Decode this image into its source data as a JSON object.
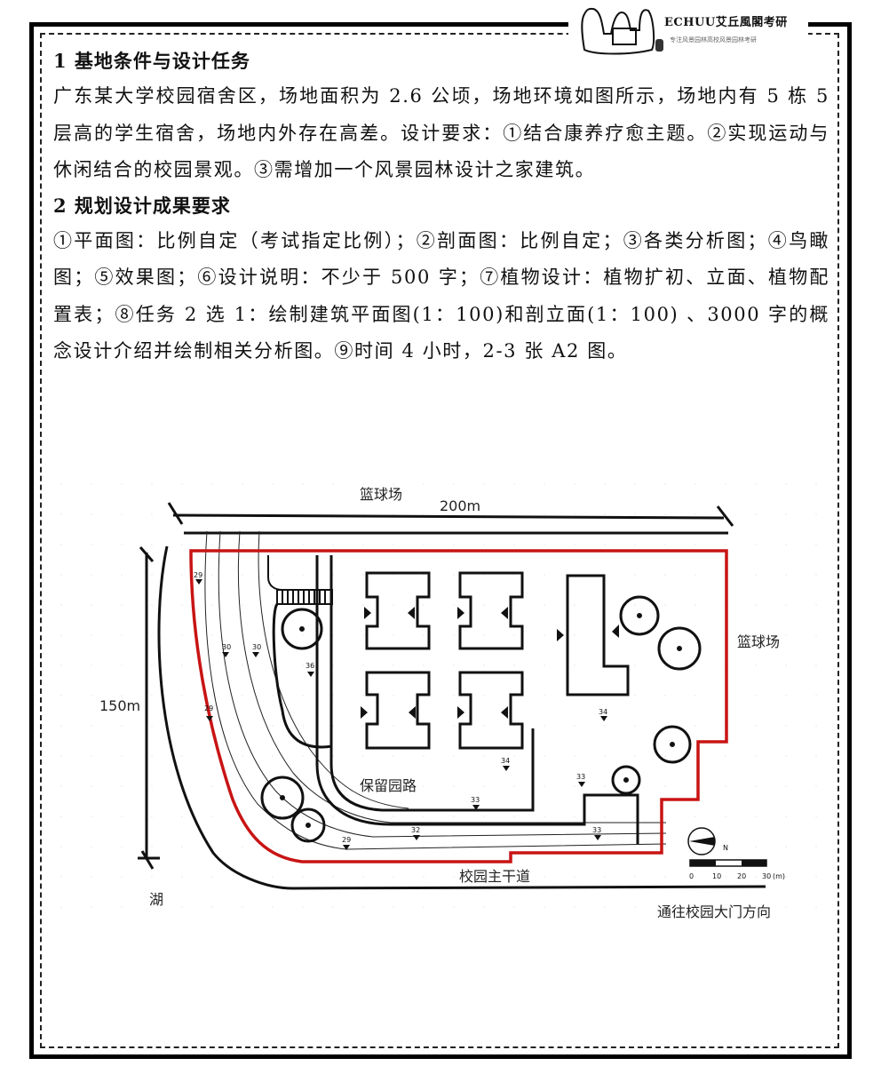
{
  "logo": {
    "brand": "ECHUU艾丘風閣考研",
    "tagline": "专注风景园林高校风景园林考研"
  },
  "section1": {
    "heading": "1 基地条件与设计任务",
    "body": "广东某大学校园宿舍区，场地面积为 2.6 公顷，场地环境如图所示，场地内有 5 栋 5 层高的学生宿舍，场地内外存在高差。设计要求：①结合康养疗愈主题。②实现运动与休闲结合的校园景观。③需增加一个风景园林设计之家建筑。"
  },
  "section2": {
    "heading": "2 规划设计成果要求",
    "body": "①平面图：比例自定（考试指定比例）；②剖面图：比例自定；③各类分析图；④鸟瞰图；⑤效果图；⑥设计说明：不少于 500 字；⑦植物设计：植物扩初、立面、植物配置表；⑧任务 2 选 1：绘制建筑平面图(1：100)和剖立面(1：100) 、3000 字的概念设计介绍并绘制相关分析图。⑨时间 4 小时，2-3 张 A2 图。"
  },
  "site_plan": {
    "labels": {
      "basketball_top": "篮球场",
      "basketball_right": "篮球场",
      "width_dim": "200m",
      "height_dim": "150m",
      "reserved_road": "保留园路",
      "main_road": "校园主干道",
      "lake": "湖",
      "to_gate": "通往校园大门方向",
      "north": "N"
    },
    "elevations": [
      "29",
      "30",
      "30",
      "36",
      "29",
      "34",
      "34",
      "33",
      "33",
      "32",
      "29",
      "33"
    ],
    "scale_bar": {
      "ticks": [
        "0",
        "10",
        "20",
        "30"
      ],
      "unit": "(m)"
    },
    "colors": {
      "boundary": "#c81414",
      "ink": "#111111"
    }
  }
}
